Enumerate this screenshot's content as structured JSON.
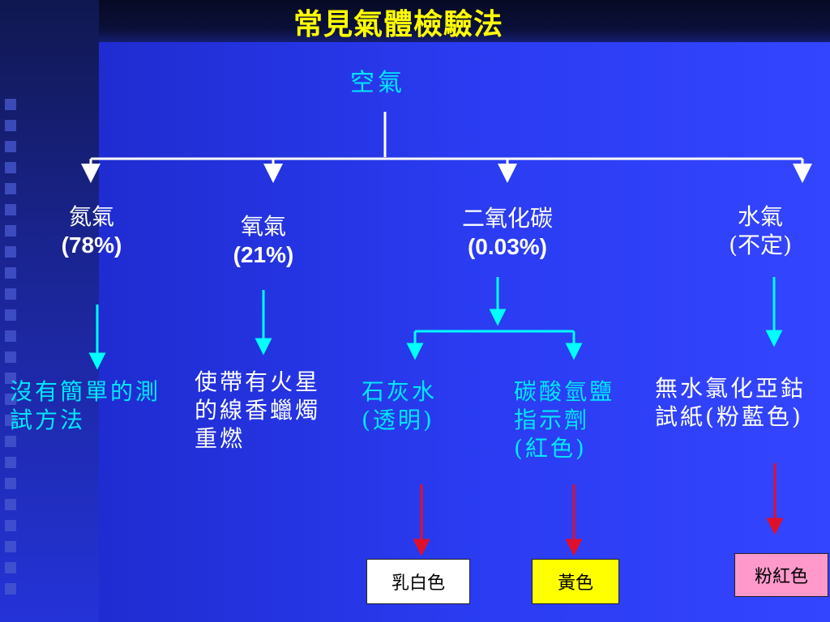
{
  "title": "常見氣體檢驗法",
  "root": "空氣",
  "gases": [
    {
      "name": "氮氣",
      "amount": "(78%)"
    },
    {
      "name": "氧氣",
      "amount": "(21%)"
    },
    {
      "name": "二氧化碳",
      "amount": "(0.03%)"
    },
    {
      "name": "水氣",
      "amount": "(不定)"
    }
  ],
  "tests": {
    "nitrogen": "沒有簡單的測試方法",
    "oxygen": "使帶有火星的線香蠟燭重燃",
    "co2_limewater": "石灰水(透明)",
    "co2_indicator": "碳酸氫鹽指示劑(紅色)",
    "water": "無水氯化亞鈷試紙(粉藍色)"
  },
  "results": {
    "limewater": "乳白色",
    "indicator": "黃色",
    "water": "粉紅色"
  },
  "colors": {
    "title": "#ffff00",
    "cyan": "#00e8ff",
    "arrow_cyan": "#00ffff",
    "arrow_red": "#e0102a",
    "result_milky": "#ffffff",
    "result_yellow": "#ffff00",
    "result_pink": "#ff99cc"
  }
}
